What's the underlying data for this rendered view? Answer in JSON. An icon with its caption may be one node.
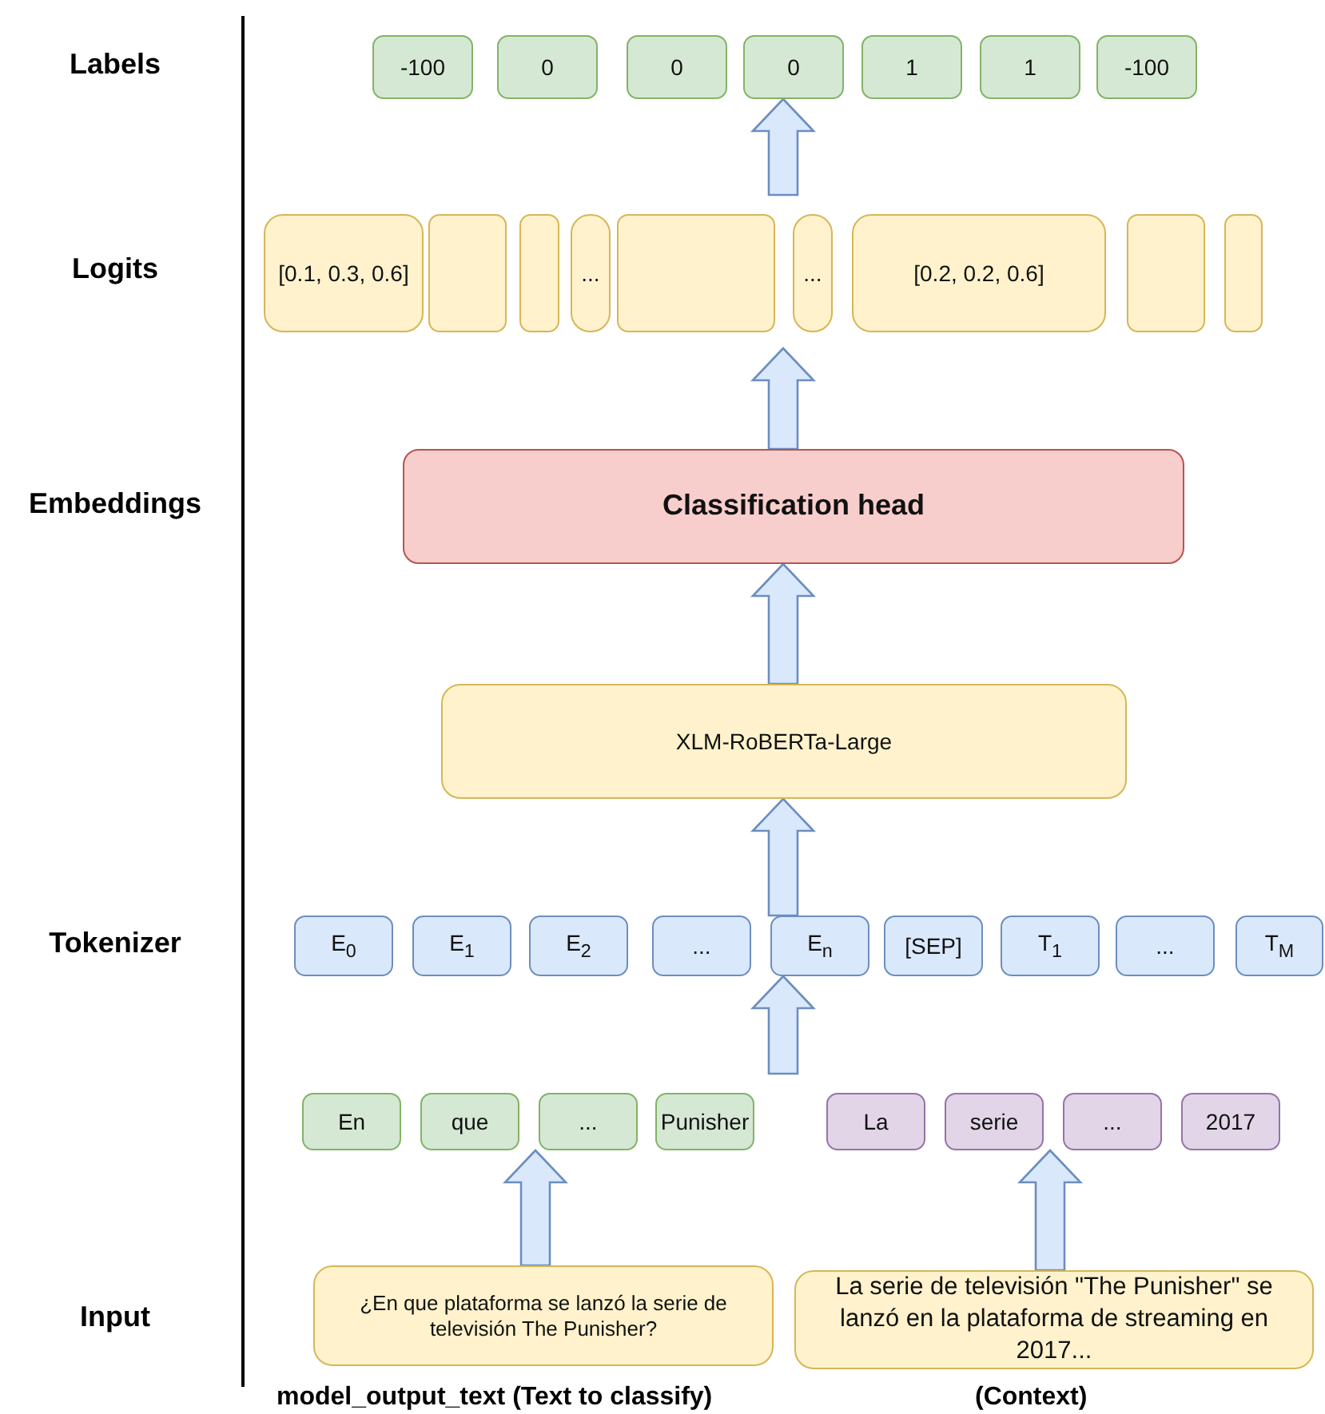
{
  "diagram": {
    "nodes": [
      {
        "text": [
          "-100"
        ]
      },
      {
        "text": [
          "0"
        ]
      },
      {
        "text": [
          "0"
        ]
      },
      {
        "text": [
          "0"
        ]
      },
      {
        "text": [
          "1"
        ]
      },
      {
        "text": [
          "1"
        ]
      },
      {
        "text": [
          "-100"
        ]
      },
      {
        "text": [
          "[0.1, 0.3, 0.6]"
        ]
      },
      {
        "text": [],
        "shape": "box"
      },
      {
        "text": [],
        "shape": "box"
      },
      {
        "text": [
          "..."
        ]
      },
      {
        "text": [],
        "shape": "box"
      },
      {
        "text": [
          "..."
        ]
      },
      {
        "text": [
          "[0.2, 0.2, 0.6]"
        ]
      },
      {
        "text": [],
        "shape": "box"
      },
      {
        "text": [],
        "shape": "box"
      },
      {
        "text": [
          "Classification head"
        ]
      },
      {
        "text": [
          "XLM-RoBERTa-Large"
        ]
      },
      {
        "text": [
          "E$_{0}$"
        ]
      },
      {
        "text": [
          "E$_{1}$"
        ]
      },
      {
        "text": [
          "E$_{2}$"
        ]
      },
      {
        "text": [
          "..."
        ]
      },
      {
        "text": [
          "E$_{n}$"
        ]
      },
      {
        "text": [
          "[SEP]"
        ]
      },
      {
        "text": [
          "T$_{1}$"
        ]
      },
      {
        "text": [
          "..."
        ]
      },
      {
        "text": [
          "T$_{M}$"
        ]
      },
      {
        "text": [
          "En"
        ]
      },
      {
        "text": [
          "que"
        ]
      },
      {
        "text": [
          "..."
        ]
      },
      {
        "text": [
          "Punisher"
        ]
      },
      {
        "text": [
          "La"
        ]
      },
      {
        "text": [
          "serie"
        ]
      },
      {
        "text": [
          "..."
        ]
      },
      {
        "text": [
          "2017"
        ]
      },
      {
        "text": [
          "¿En que plataforma se lanzó la serie de televisión The Punisher?"
        ],
        "beside": [
          "model_output_text (Text to classify)"
        ]
      },
      {
        "text": [
          "La serie de televisión \"The Punisher\" se lanzó en la plataforma de streaming en 2017..."
        ],
        "beside": [
          "(Context)"
        ]
      }
    ],
    "edges": [
      {
        "from": 35,
        "to": 29,
        "arrow": "to"
      },
      {
        "from": 36,
        "to": 33,
        "arrow": "to"
      },
      {
        "from": null,
        "to": 22,
        "arrow": "to"
      },
      {
        "from": 22,
        "to": 17,
        "arrow": "to"
      },
      {
        "from": 17,
        "to": 16,
        "arrow": "to"
      },
      {
        "from": 16,
        "to": null,
        "arrow": "to"
      },
      {
        "from": null,
        "to": 3,
        "arrow": "to"
      }
    ],
    "labels": [
      "Labels",
      "Logits",
      "Embeddings",
      "Tokenizer",
      "Input"
    ]
  }
}
